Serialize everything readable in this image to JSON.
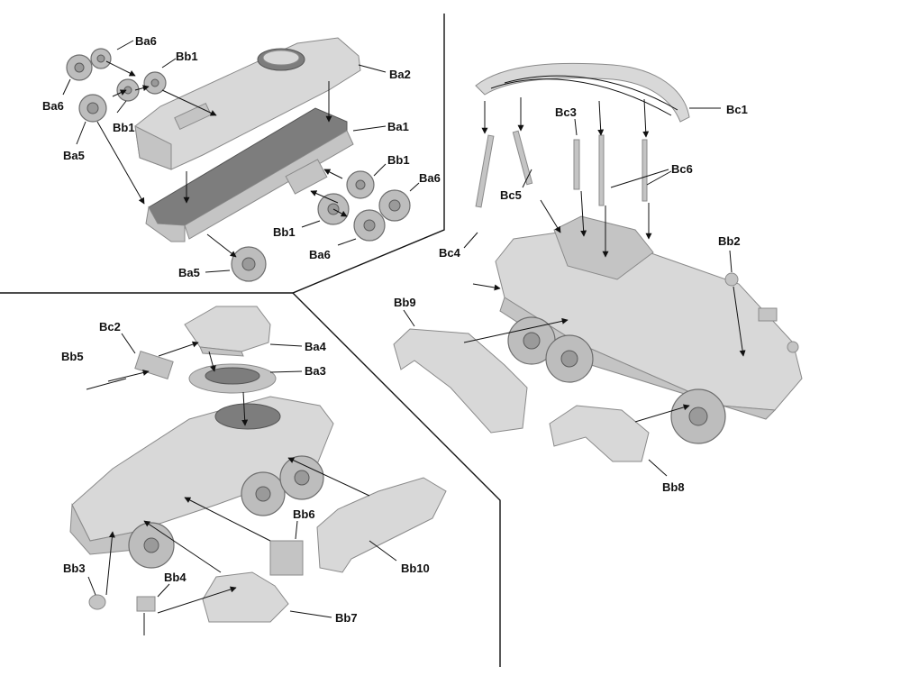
{
  "callouts": {
    "ba6_top": "Ba6",
    "bb1_top": "Bb1",
    "ba6_left": "Ba6",
    "bb1_left": "Bb1",
    "ba5_left": "Ba5",
    "ba2": "Ba2",
    "ba1": "Ba1",
    "bb1_right": "Bb1",
    "ba6_right": "Ba6",
    "bb1_bottom": "Bb1",
    "ba6_bottom": "Ba6",
    "ba5_bottom": "Ba5",
    "bc1": "Bc1",
    "bc3": "Bc3",
    "bc6": "Bc6",
    "bc5": "Bc5",
    "bc4": "Bc4",
    "bb2": "Bb2",
    "bb9": "Bb9",
    "bb8": "Bb8",
    "bc2": "Bc2",
    "ba4": "Ba4",
    "bb5": "Bb5",
    "ba3": "Ba3",
    "bb6": "Bb6",
    "bb10": "Bb10",
    "bb3": "Bb3",
    "bb4": "Bb4",
    "bb7": "Bb7"
  },
  "colors": {
    "background": "#ffffff",
    "part_fill": "#c4c4c4",
    "part_outline": "#8a8a8a",
    "line": "#111111"
  }
}
